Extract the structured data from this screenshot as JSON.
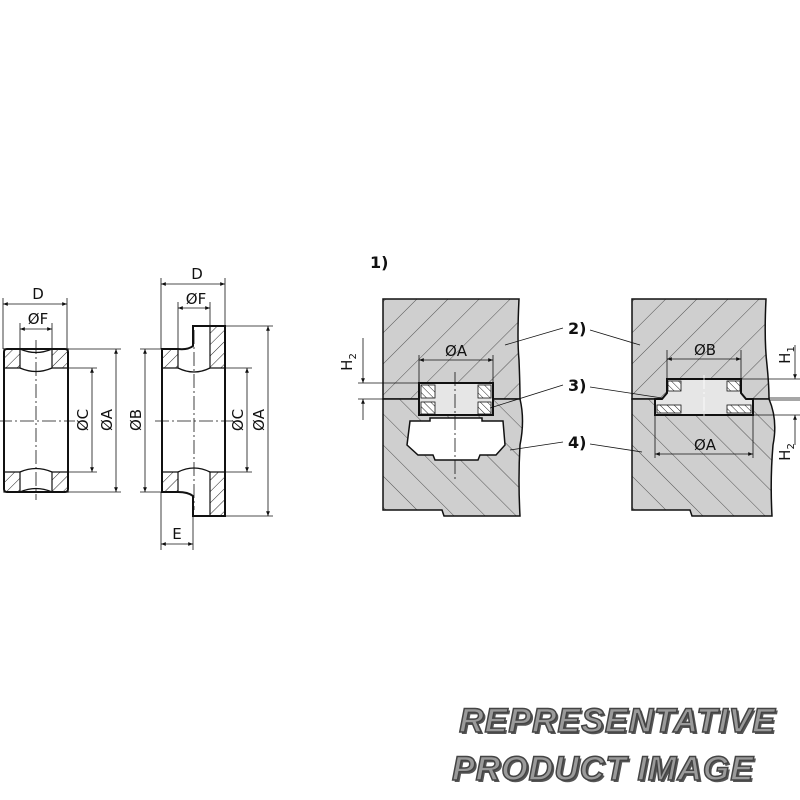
{
  "figure": {
    "part1": {
      "dims": {
        "D": "D",
        "F": "ØF",
        "C": "ØC",
        "A": "ØA"
      }
    },
    "part2": {
      "dims": {
        "D": "D",
        "F": "ØF",
        "B": "ØB",
        "C": "ØC",
        "A": "ØA",
        "E": "E"
      }
    },
    "install": {
      "note": "1)",
      "callouts": [
        "2)",
        "3)",
        "4)"
      ],
      "left": {
        "A": "ØA",
        "H2": "H",
        "H2_sub": "2"
      },
      "right": {
        "B": "ØB",
        "A": "ØA",
        "H1": "H",
        "H1_sub": "1",
        "H2": "H",
        "H2_sub": "2"
      }
    }
  },
  "watermark": {
    "line1": "REPRESENTATIVE",
    "line2": "PRODUCT IMAGE"
  },
  "colors": {
    "block_fill": "#cfcfcf",
    "line": "#111111",
    "insert_fill": "#e6e6e6"
  }
}
